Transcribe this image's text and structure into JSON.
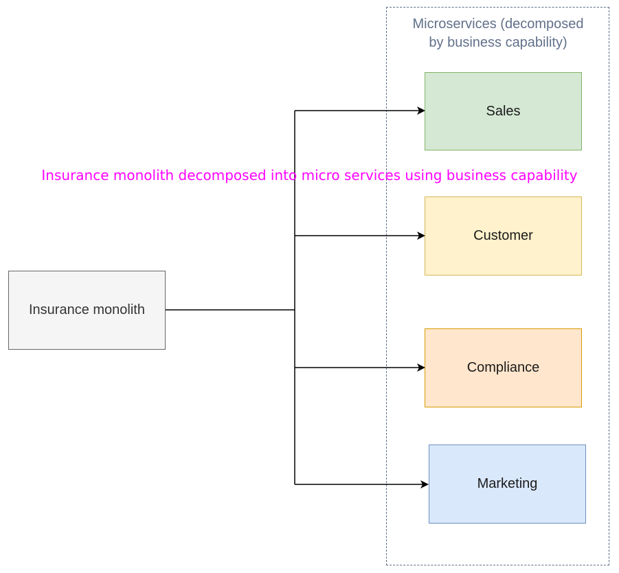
{
  "diagram": {
    "caption": "Insurance monolith decomposed into micro services using business capability",
    "caption_color": "#ff00ff",
    "group": {
      "label_line1": "Microservices (decomposed",
      "label_line2": "by business capability)",
      "border_color": "#5b6b85"
    },
    "source_node": {
      "label": "Insurance monolith",
      "fill": "#f5f5f5",
      "stroke": "#666666"
    },
    "services": [
      {
        "label": "Sales",
        "fill": "#d5e8d4",
        "stroke": "#82b366"
      },
      {
        "label": "Customer",
        "fill": "#fff2cc",
        "stroke": "#d6b656"
      },
      {
        "label": "Compliance",
        "fill": "#ffe6cc",
        "stroke": "#d79b00"
      },
      {
        "label": "Marketing",
        "fill": "#dae8fc",
        "stroke": "#6c8ebf"
      }
    ],
    "connector_color": "#000000"
  }
}
